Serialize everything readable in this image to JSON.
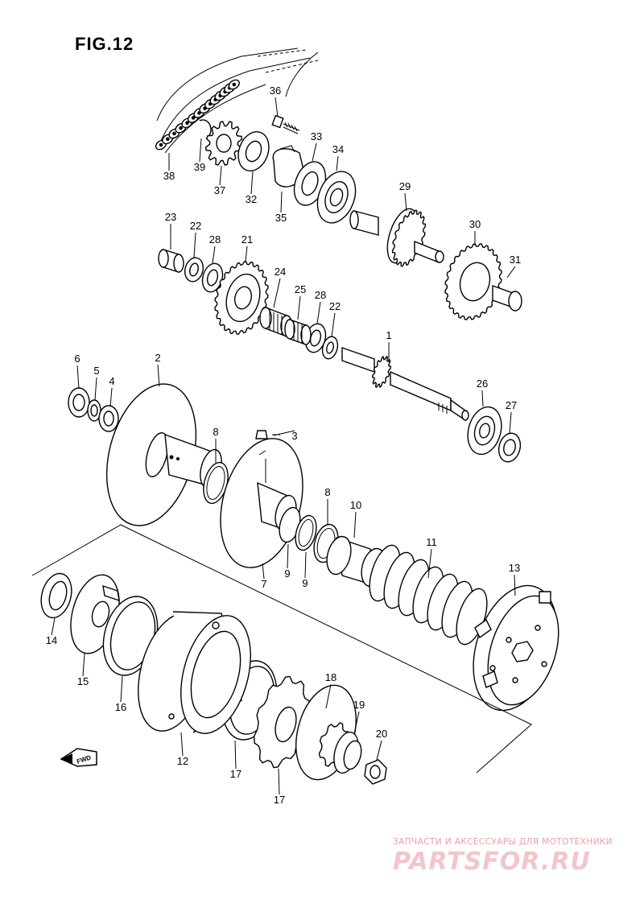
{
  "figure": {
    "title": "FIG.12",
    "fwd_label": "FWD"
  },
  "watermark": {
    "line1": "ЗАПЧАСТИ И АКСЕССУАРЫ ДЛЯ МОТОТЕХНИКИ",
    "logo": "PARTSFOR.RU",
    "color": "#e8a0a8"
  },
  "callouts": [
    "1",
    "2",
    "3",
    "4",
    "5",
    "6",
    "7",
    "8",
    "8",
    "9",
    "9",
    "10",
    "11",
    "12",
    "13",
    "14",
    "15",
    "16",
    "17",
    "17",
    "18",
    "19",
    "20",
    "21",
    "22",
    "22",
    "23",
    "24",
    "25",
    "26",
    "27",
    "28",
    "28",
    "29",
    "30",
    "31",
    "32",
    "33",
    "34",
    "35",
    "36",
    "37",
    "38",
    "39"
  ]
}
